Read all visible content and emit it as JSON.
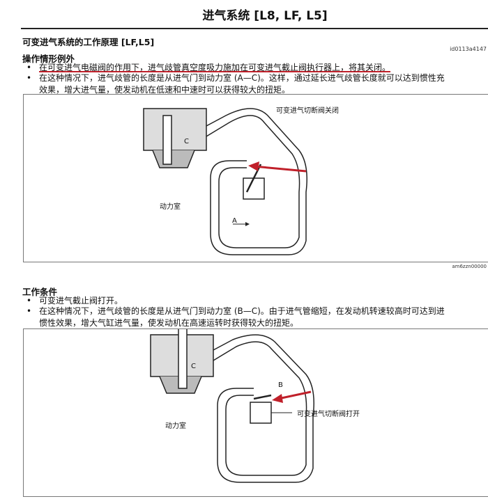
{
  "title": "进气系统 [L8, LF, L5]",
  "section_title": "可变进气系统的工作原理 [LF,L5]",
  "doc_id": "id0113a4147",
  "part1": {
    "heading": "操作情形例外",
    "bullets": [
      "在可变进气电磁阀的作用下，进气歧管真空度吸力施加在可变进气截止阀执行器上，将其关闭。",
      "在这种情况下，进气歧管的长度是从进气门到动力室 (A—C)。这样，通过延长进气歧管长度就可以达到惯性充",
      "效果，增大进气量，使发动机在低速和中速时可以获得较大的扭矩。"
    ],
    "diagram": {
      "valve_label": "可变进气切断阀关闭",
      "chamber_label": "动力室",
      "flow_label": "A",
      "c_label": "C"
    },
    "figure_code": "am6zzn00000"
  },
  "part2": {
    "heading": "工作条件",
    "bullets": [
      "可变进气截止阀打开。",
      "在这种情况下，进气歧管的长度是从进气门到动力室 (B—C)。由于进气管缩短，在发动机转速较高时可达到进",
      "惯性效果，增大气缸进气量，使发动机在高速运转时获得较大的扭矩。"
    ],
    "diagram": {
      "valve_label": "可变进气切断阀打开",
      "chamber_label": "动力室",
      "flow_label": "B",
      "c_label": "C"
    }
  },
  "colors": {
    "highlight": "#c0202a"
  }
}
